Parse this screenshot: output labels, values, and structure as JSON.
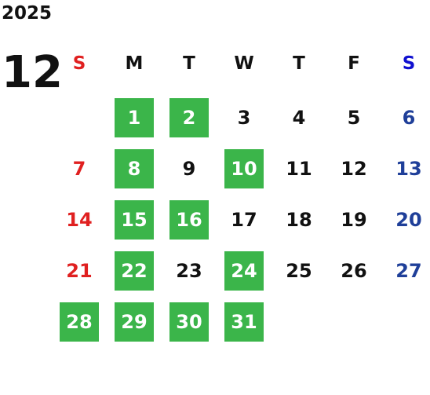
{
  "year": "2025",
  "month": "12",
  "weekdays": [
    "S",
    "M",
    "T",
    "W",
    "T",
    "F",
    "S"
  ],
  "colors": {
    "highlight": "#3bb54a",
    "sunday": "#e02020",
    "saturday_header": "#1010d0",
    "saturday": "#1f3f99",
    "text": "#111111"
  },
  "weeks": [
    [
      null,
      {
        "day": "1",
        "highlighted": true
      },
      {
        "day": "2",
        "highlighted": true
      },
      {
        "day": "3",
        "highlighted": false
      },
      {
        "day": "4",
        "highlighted": false
      },
      {
        "day": "5",
        "highlighted": false
      },
      {
        "day": "6",
        "highlighted": false
      }
    ],
    [
      {
        "day": "7",
        "highlighted": false
      },
      {
        "day": "8",
        "highlighted": true
      },
      {
        "day": "9",
        "highlighted": false
      },
      {
        "day": "10",
        "highlighted": true
      },
      {
        "day": "11",
        "highlighted": false
      },
      {
        "day": "12",
        "highlighted": false
      },
      {
        "day": "13",
        "highlighted": false
      }
    ],
    [
      {
        "day": "14",
        "highlighted": false
      },
      {
        "day": "15",
        "highlighted": true
      },
      {
        "day": "16",
        "highlighted": true
      },
      {
        "day": "17",
        "highlighted": false
      },
      {
        "day": "18",
        "highlighted": false
      },
      {
        "day": "19",
        "highlighted": false
      },
      {
        "day": "20",
        "highlighted": false
      }
    ],
    [
      {
        "day": "21",
        "highlighted": false
      },
      {
        "day": "22",
        "highlighted": true
      },
      {
        "day": "23",
        "highlighted": false
      },
      {
        "day": "24",
        "highlighted": true
      },
      {
        "day": "25",
        "highlighted": false
      },
      {
        "day": "26",
        "highlighted": false
      },
      {
        "day": "27",
        "highlighted": false
      }
    ],
    [
      {
        "day": "28",
        "highlighted": true
      },
      {
        "day": "29",
        "highlighted": true
      },
      {
        "day": "30",
        "highlighted": true
      },
      {
        "day": "31",
        "highlighted": true
      },
      null,
      null,
      null
    ]
  ]
}
